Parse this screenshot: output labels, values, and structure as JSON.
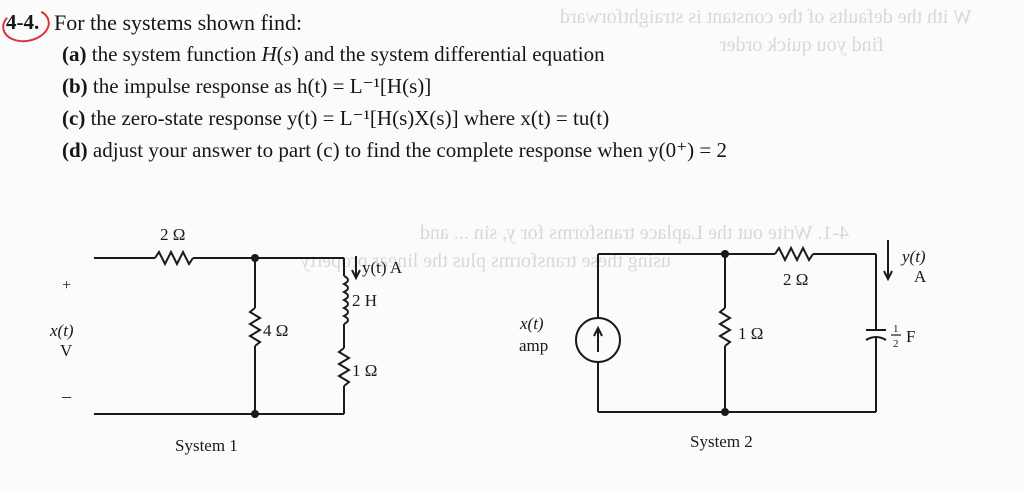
{
  "problem": {
    "number": "4-4.",
    "intro": "For the systems shown find:",
    "parts": [
      {
        "label": "(a)",
        "text_before": "the system function ",
        "math1": "H",
        "text_mid1": "(",
        "math2": "s",
        "text_mid2": ") and the system differential equation"
      },
      {
        "label": "(b)",
        "text": "the impulse response as h(t) = L⁻¹[H(s)]"
      },
      {
        "label": "(c)",
        "text": "the zero-state response y(t) = L⁻¹[H(s)X(s)] where x(t) = tu(t)"
      },
      {
        "label": "(d)",
        "text": "adjust your answer to part (c) to find the complete response when y(0⁺) = 2"
      }
    ]
  },
  "system1": {
    "caption": "System 1",
    "source_label_top": "x(t)",
    "source_label_unit": "V",
    "plus": "+",
    "minus": "–",
    "r_series": "2 Ω",
    "r_shunt": "4 Ω",
    "inductor": "2 H",
    "r_branch": "1 Ω",
    "output": "y(t) A"
  },
  "system2": {
    "caption": "System 2",
    "source_label_top": "x(t)",
    "source_label_unit": "amp",
    "r_shunt": "1 Ω",
    "r_series": "2 Ω",
    "capacitor_num": "1",
    "capacitor_den": "2",
    "capacitor_unit": "F",
    "output_top": "y(t)",
    "output_unit": "A"
  },
  "colors": {
    "ink": "#161616",
    "annotation_red": "#d8353b",
    "bleed_through": "#d8d8d8"
  }
}
